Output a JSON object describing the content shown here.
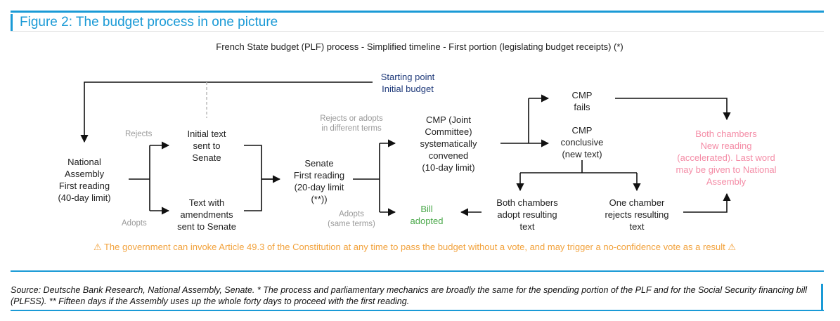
{
  "figure_title": "Figure 2: The budget process in one picture",
  "subtitle": "French State budget (PLF) process - Simplified timeline - First portion (legislating budget receipts) (*)",
  "nodes": {
    "start": [
      "Starting point",
      "Initial budget"
    ],
    "assembly": [
      "National",
      "Assembly",
      "First reading",
      "(40-day limit)"
    ],
    "initial_text": [
      "Initial text",
      "sent to",
      "Senate"
    ],
    "text_amend": [
      "Text with",
      "amendments",
      "sent to Senate"
    ],
    "senate": [
      "Senate",
      "First reading",
      "(20-day limit",
      "(**))"
    ],
    "cmp_joint": [
      "CMP (Joint",
      "Committee)",
      "systematically",
      "convened",
      "(10-day limit)"
    ],
    "cmp_fails": [
      "CMP",
      "fails"
    ],
    "cmp_conclusive": [
      "CMP",
      "conclusive",
      "(new text)"
    ],
    "both_adopt": [
      "Both chambers",
      "adopt resulting",
      "text"
    ],
    "one_rejects": [
      "One chamber",
      "rejects resulting",
      "text"
    ],
    "bill_adopted": [
      "Bill",
      "adopted"
    ],
    "new_reading": [
      "Both chambers",
      "New reading",
      "(accelerated). Last word",
      "may be given to National",
      "Assembly"
    ]
  },
  "edge_labels": {
    "rejects": "Rejects",
    "adopts_left": "Adopts",
    "rejects_or_adopts": [
      "Rejects or adopts",
      "in different terms"
    ],
    "adopts_same": [
      "Adopts",
      "(same terms)"
    ]
  },
  "warning": "⚠ The government can invoke Article 49.3 of the Constitution at any time to pass the budget without a vote, and may trigger a no-confidence vote as a result ⚠",
  "source_note": "Source: Deutsche Bank Research, National Assembly, Senate. * The process and parliamentary mechanics are broadly the same for the spending portion of the PLF and for the Social Security financing bill (PLFSS). ** Fifteen days if the Assembly uses up the whole forty days to proceed with the first reading.",
  "colors": {
    "accent": "#1a9ad6",
    "start": "#1f3a7a",
    "bill_adopted": "#4aa84a",
    "new_reading": "#f48ca6",
    "warning": "#f2a23c",
    "edge_label": "#9a9a9a"
  }
}
